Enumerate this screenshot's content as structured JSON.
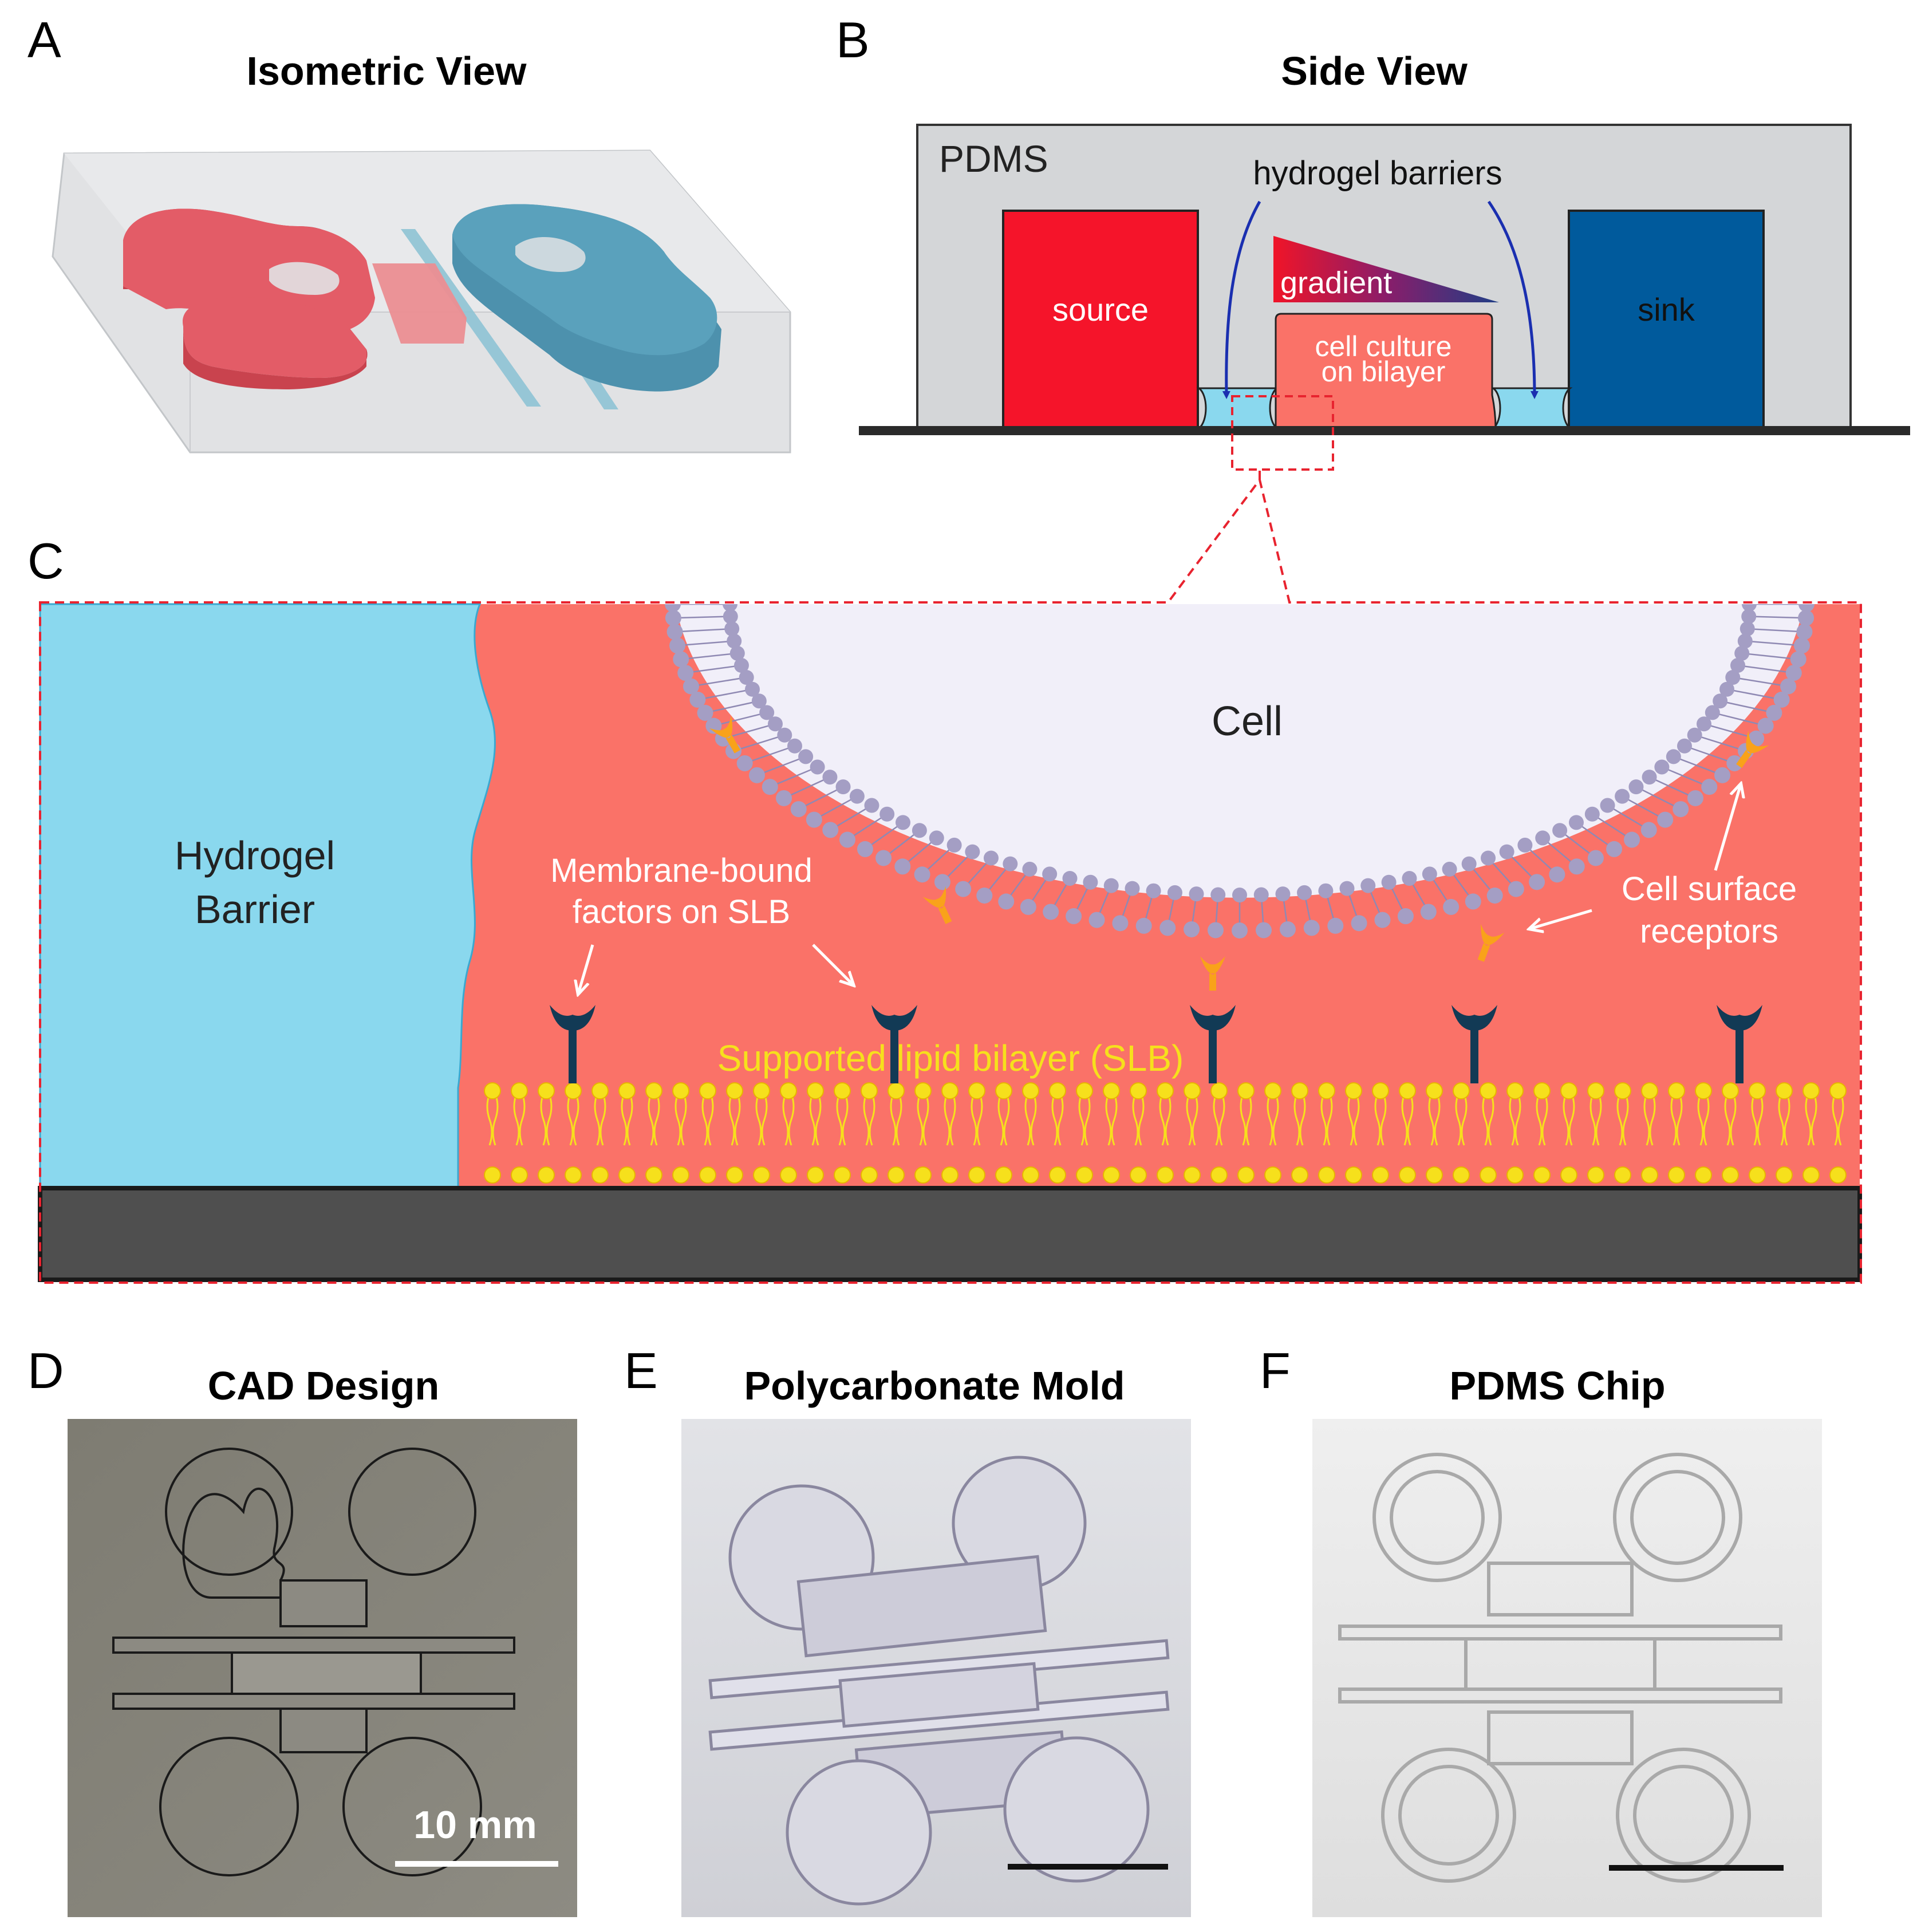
{
  "panels": {
    "a": {
      "letter": "A",
      "title": "Isometric View"
    },
    "b": {
      "letter": "B",
      "title": "Side View",
      "labels": {
        "pdms": "PDMS",
        "hydrogel": "hydrogel barriers",
        "source": "source",
        "sink": "sink",
        "gradient": "gradient",
        "culture_1": "cell culture",
        "culture_2": "on bilayer"
      }
    },
    "c": {
      "letter": "C",
      "labels": {
        "hydrogel_1": "Hydrogel",
        "hydrogel_2": "Barrier",
        "cell": "Cell",
        "membrane_1": "Membrane-bound",
        "membrane_2": "factors on SLB",
        "receptors_1": "Cell surface",
        "receptors_2": "receptors",
        "slb": "Supported lipid bilayer (SLB)"
      }
    },
    "d": {
      "letter": "D",
      "title": "CAD Design",
      "scale": "10 mm"
    },
    "e": {
      "letter": "E",
      "title": "Polycarbonate Mold"
    },
    "f": {
      "letter": "F",
      "title": "PDMS Chip"
    }
  },
  "colors": {
    "source": "#f5142a",
    "sink": "#005a9c",
    "culture": "#fa7268",
    "hydrogel": "#8ad8ee",
    "pdms": "#d4d6d8",
    "lipid_head_slb": "#f6e01c",
    "lipid_head_cell": "#a49ec4",
    "factor": "#123a55",
    "receptor": "#f9a21a",
    "gradient_arrow": "#1a2fb0",
    "substrate": "#4f4f4f"
  }
}
